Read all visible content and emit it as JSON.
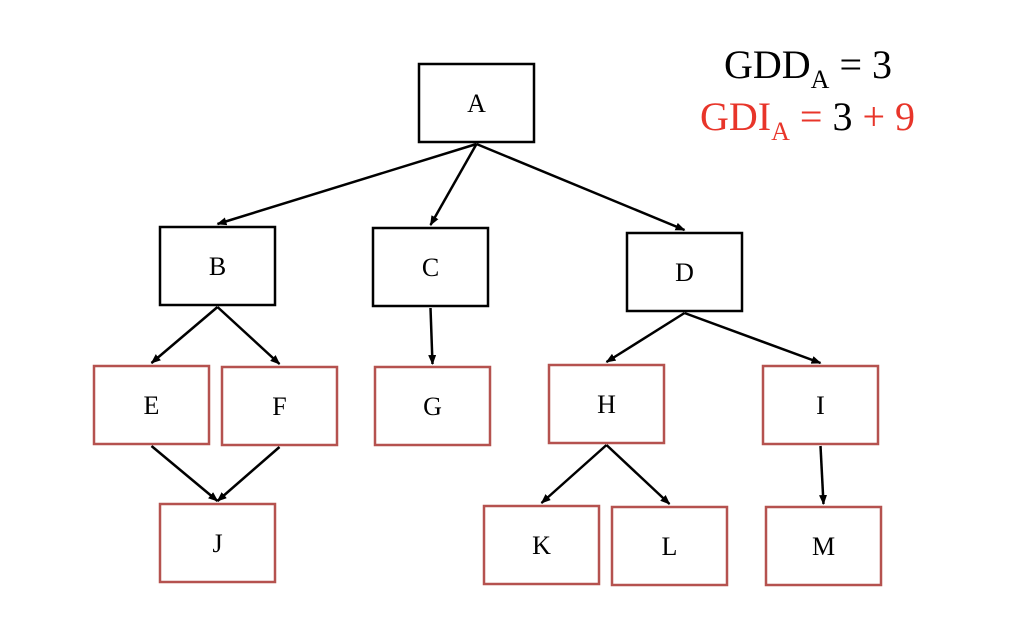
{
  "diagram": {
    "colors": {
      "black_node": "#000000",
      "red_node": "#b5524f",
      "red_text": "#e8352a",
      "edge": "#000000"
    },
    "nodes": [
      {
        "id": "A",
        "label": "A",
        "color": "black"
      },
      {
        "id": "B",
        "label": "B",
        "color": "black"
      },
      {
        "id": "C",
        "label": "C",
        "color": "black"
      },
      {
        "id": "D",
        "label": "D",
        "color": "black"
      },
      {
        "id": "E",
        "label": "E",
        "color": "red"
      },
      {
        "id": "F",
        "label": "F",
        "color": "red"
      },
      {
        "id": "G",
        "label": "G",
        "color": "red"
      },
      {
        "id": "H",
        "label": "H",
        "color": "red"
      },
      {
        "id": "I",
        "label": "I",
        "color": "red"
      },
      {
        "id": "J",
        "label": "J",
        "color": "red"
      },
      {
        "id": "K",
        "label": "K",
        "color": "red"
      },
      {
        "id": "L",
        "label": "L",
        "color": "red"
      },
      {
        "id": "M",
        "label": "M",
        "color": "red"
      }
    ],
    "edges": [
      [
        "A",
        "B"
      ],
      [
        "A",
        "C"
      ],
      [
        "A",
        "D"
      ],
      [
        "B",
        "E"
      ],
      [
        "B",
        "F"
      ],
      [
        "C",
        "G"
      ],
      [
        "D",
        "H"
      ],
      [
        "D",
        "I"
      ],
      [
        "E",
        "J"
      ],
      [
        "F",
        "J"
      ],
      [
        "H",
        "K"
      ],
      [
        "H",
        "L"
      ],
      [
        "I",
        "M"
      ]
    ]
  },
  "formulas": {
    "gdd": {
      "name": "GDD",
      "subscript": "A",
      "rhs": "= 3"
    },
    "gdi": {
      "name": "GDI",
      "subscript": "A",
      "eq": "=",
      "term1": "3",
      "plus": "+",
      "term2": "9"
    }
  }
}
